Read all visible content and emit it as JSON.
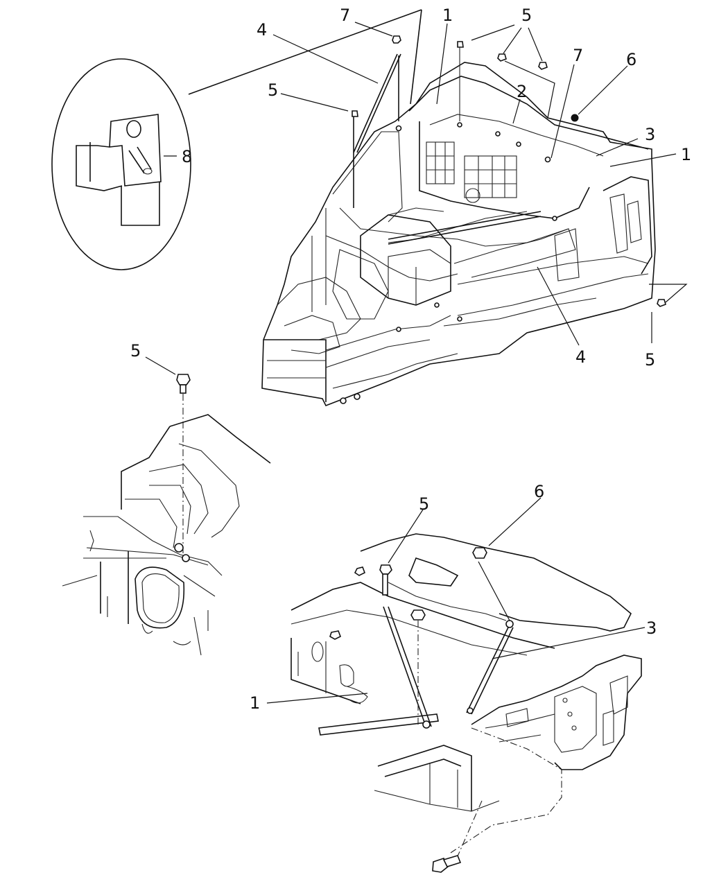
{
  "callouts": {
    "c1_top": "1",
    "c1_right": "1",
    "c1_lower": "1",
    "c2": "2",
    "c3_top": "3",
    "c3_lower": "3",
    "c4_left": "4",
    "c4_bottom": "4",
    "c5_top": "5",
    "c5_left": "5",
    "c5_right": "5",
    "c5_mid": "5",
    "c5_lower": "5",
    "c6_top": "6",
    "c6_lower": "6",
    "c7_left": "7",
    "c7_right": "7",
    "c8": "8"
  }
}
